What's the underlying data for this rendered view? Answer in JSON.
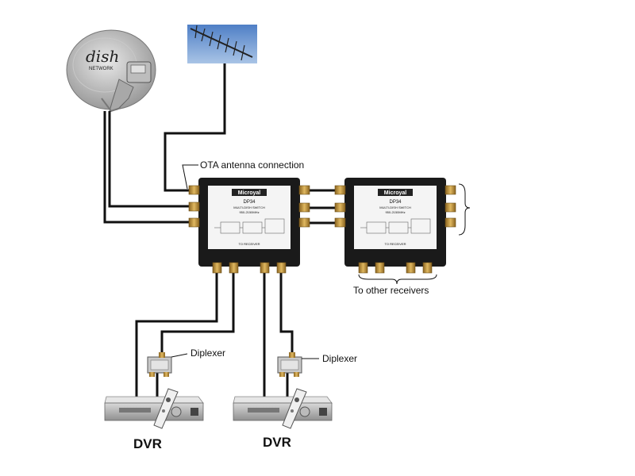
{
  "labels": {
    "ota_connection": "OTA antenna connection",
    "other_receivers": "To other receivers",
    "diplexer_1": "Diplexer",
    "diplexer_2": "Diplexer",
    "dvr_1": "DVR",
    "dvr_2": "DVR"
  },
  "dish": {
    "logo_top": "dish",
    "logo_bottom": "NETWORK"
  },
  "switches": [
    {
      "brand": "Microyal",
      "model": "DP34",
      "desc": "MULTI-DISH SWITCH",
      "freq": "950-2150MHz",
      "bottom": "TO RECEIVER"
    },
    {
      "brand": "Microyal",
      "model": "DP34",
      "desc": "MULTI-DISH SWITCH",
      "freq": "950-2150MHz",
      "bottom": "TO RECEIVER"
    }
  ],
  "colors": {
    "cable": "#111111",
    "switch_body": "#1a1a1a",
    "connector": "#c79a3a",
    "sky": "#5f8fd0"
  }
}
